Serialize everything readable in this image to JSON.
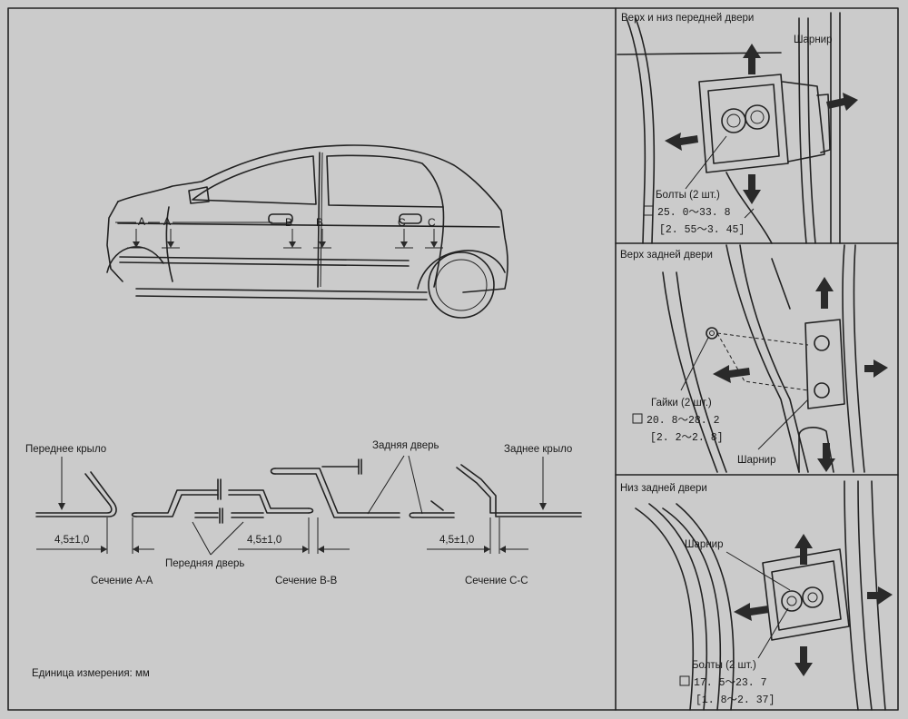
{
  "car": {
    "sec_a1": "A",
    "sec_a2": "A",
    "sec_b1": "B",
    "sec_b2": "B",
    "sec_c1": "C",
    "sec_c2": "C"
  },
  "sections": {
    "front_fender": "Переднее крыло",
    "rear_door": "Задняя дверь",
    "rear_fender": "Заднее крыло",
    "front_door": "Передняя дверь",
    "gap_a": "4,5±1,0",
    "gap_b": "4,5±1,0",
    "gap_c": "4,5±1,0",
    "caption_a": "Сечение А-А",
    "caption_b": "Сечение В-В",
    "caption_c": "Сечение С-С"
  },
  "unit_note": "Единица измерения: мм",
  "panels": {
    "front": {
      "title": "Верх и низ передней двери",
      "hinge": "Шарнир",
      "part": "Болты (2 шт.)",
      "torque1": "25. 0～33. 8",
      "torque2": "[2. 55～3. 45]"
    },
    "rear_top": {
      "title": "Верх задней двери",
      "part": "Гайки (2 шт.)",
      "torque1": "20. 8～28. 2",
      "torque2": "[2. 2～2. 8]",
      "hinge": "Шарнир"
    },
    "rear_bottom": {
      "title": "Низ задней двери",
      "hinge": "Шарнир",
      "part": "Болты (2 шт.)",
      "torque1": "17. 5～23. 7",
      "torque2": "[1. 8～2. 37]"
    }
  }
}
